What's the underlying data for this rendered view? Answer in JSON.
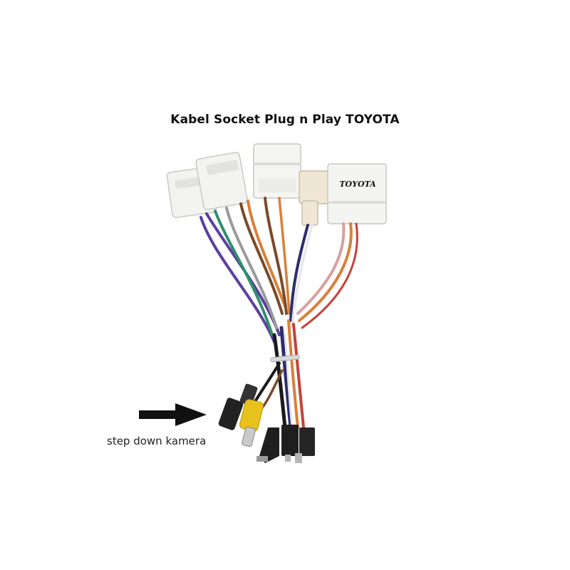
{
  "title": "Kabel Socket Plug n Play TOYOTA",
  "connector_brand": "TOYOTA",
  "caption": "step down kamera",
  "arrow": {
    "direction": "right",
    "color": "#111111"
  },
  "wire_colors": {
    "purple": "#5b3fa0",
    "green": "#2f8f6a",
    "gray": "#9a9a9a",
    "orange": "#d8803a",
    "brown": "#7a4a2a",
    "black": "#1a1a1a",
    "navy": "#2d2d6e",
    "white": "#e8e8e8",
    "pink": "#d9a0a0",
    "red": "#c8413a"
  },
  "connector_colors": {
    "white_housing": "#f3f3f1",
    "cream_housing": "#efe6d4",
    "rca_yellow": "#e8c21c"
  }
}
